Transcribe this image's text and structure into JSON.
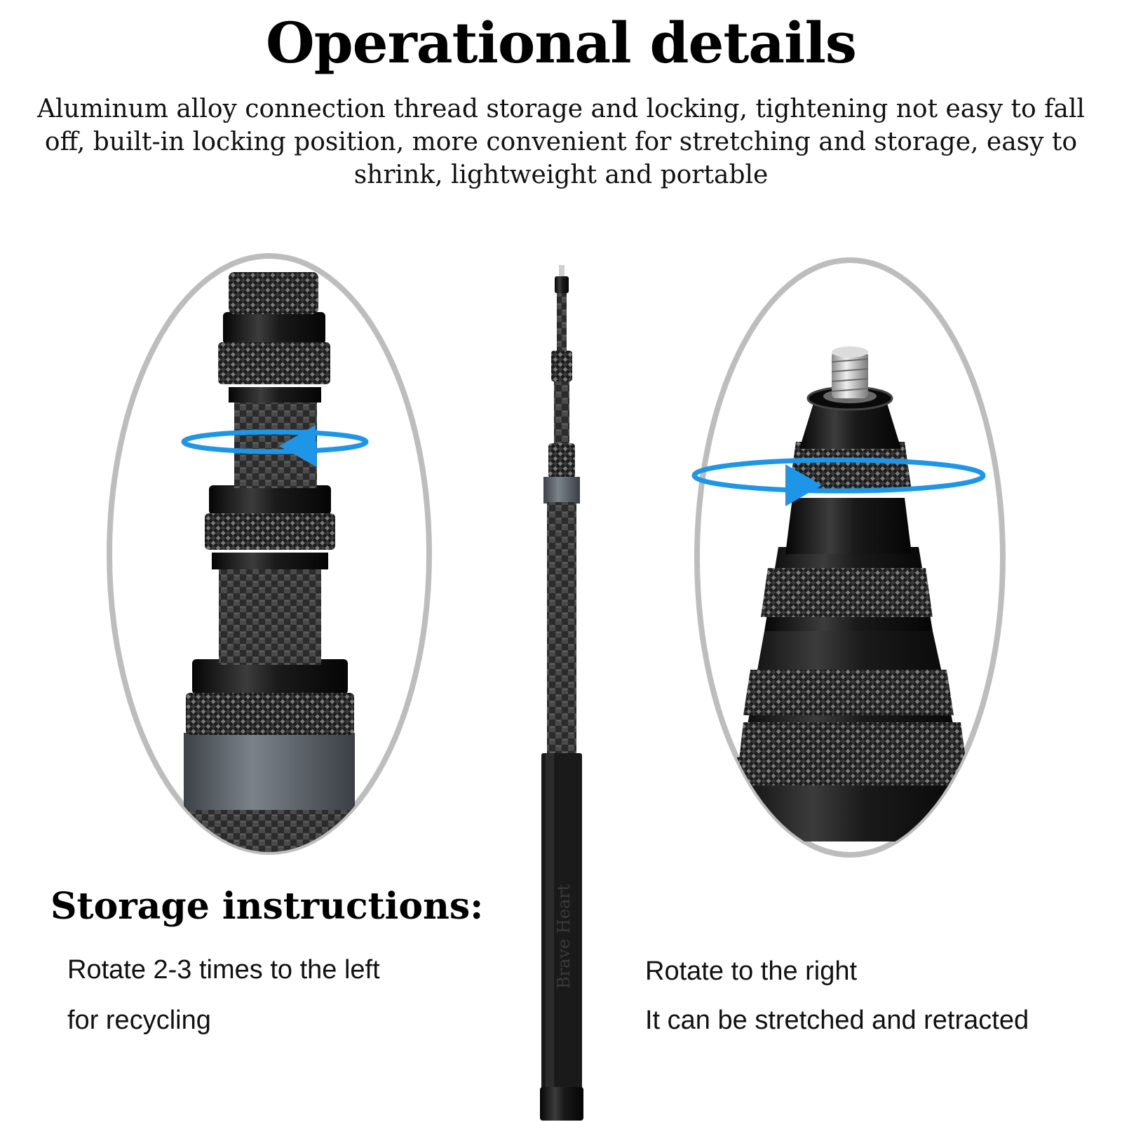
{
  "title": "Operational details",
  "subtitle": "Aluminum alloy connection thread storage and locking, tightening not easy to fall off, built-in locking position, more convenient for stretching and storage, easy to shrink, lightweight and portable",
  "left_panel": {
    "heading": "Storage instructions:",
    "line1": "Rotate 2-3 times to the left",
    "line2": "for recycling"
  },
  "right_panel": {
    "line1": "Rotate to the right",
    "line2": "It can be stretched and retracted"
  },
  "pole_brand": "Brave Heart",
  "colors": {
    "arrow": "#1e96e8",
    "oval_border": "#bdbdbd",
    "metal_dark": "#121212",
    "grey_sleeve": "#5f666d"
  },
  "icons": [
    "rotate-left-arrow-icon",
    "rotate-right-arrow-icon"
  ]
}
